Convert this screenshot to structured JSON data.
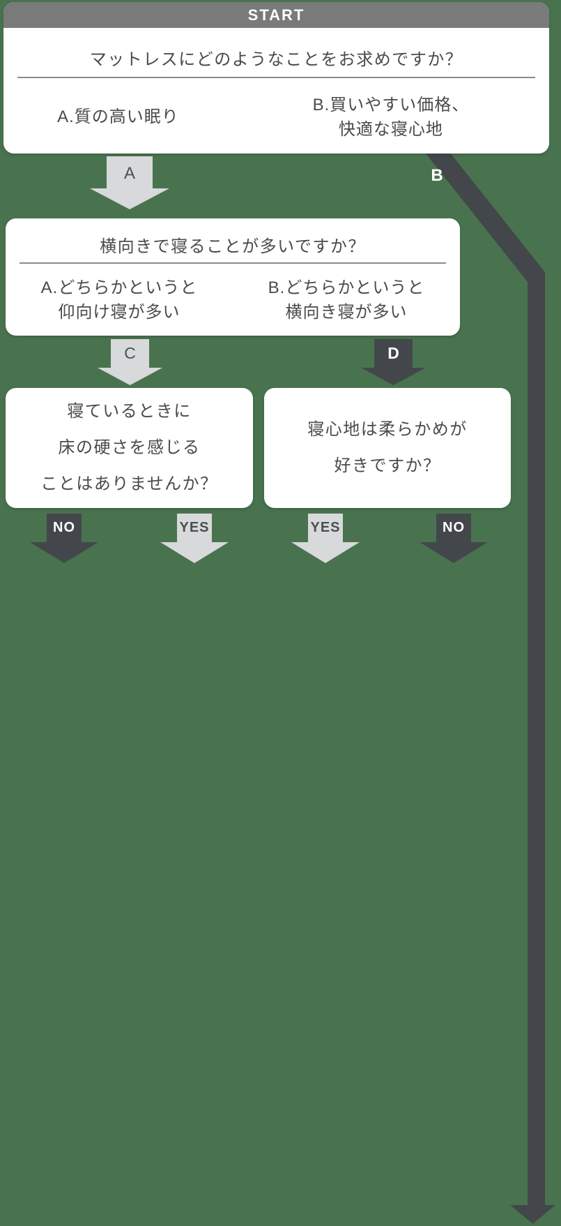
{
  "flowchart": {
    "start_label": "START",
    "q1": {
      "question": "マットレスにどのようなことをお求めですか？",
      "option_a": "A.質の高い眠り",
      "option_b_line1": "B.買いやすい価格、",
      "option_b_line2": "快適な寝心地"
    },
    "arrow_a_label": "A",
    "arrow_b_label": "B",
    "q2": {
      "question": "横向きで寝ることが多いですか？",
      "option_a_line1": "A.どちらかというと",
      "option_a_line2": "仰向け寝が多い",
      "option_b_line1": "B.どちらかというと",
      "option_b_line2": "横向き寝が多い"
    },
    "arrow_c_label": "C",
    "arrow_d_label": "D",
    "q3": {
      "line1": "寝ているときに",
      "line2": "床の硬さを感じる",
      "line3": "ことはありませんか？"
    },
    "q4": {
      "line1": "寝心地は柔らかめが",
      "line2": "好きですか？"
    },
    "q3_no_label": "NO",
    "q3_yes_label": "YES",
    "q4_yes_label": "YES",
    "q4_no_label": "NO",
    "colors": {
      "background_green": "#49734F",
      "dark_arrow": "#43474B",
      "light_arrow": "#D8D9DA",
      "header_gray": "#7A7A7A",
      "box_white": "#FFFFFF",
      "text_gray": "#4A4A4A"
    }
  }
}
